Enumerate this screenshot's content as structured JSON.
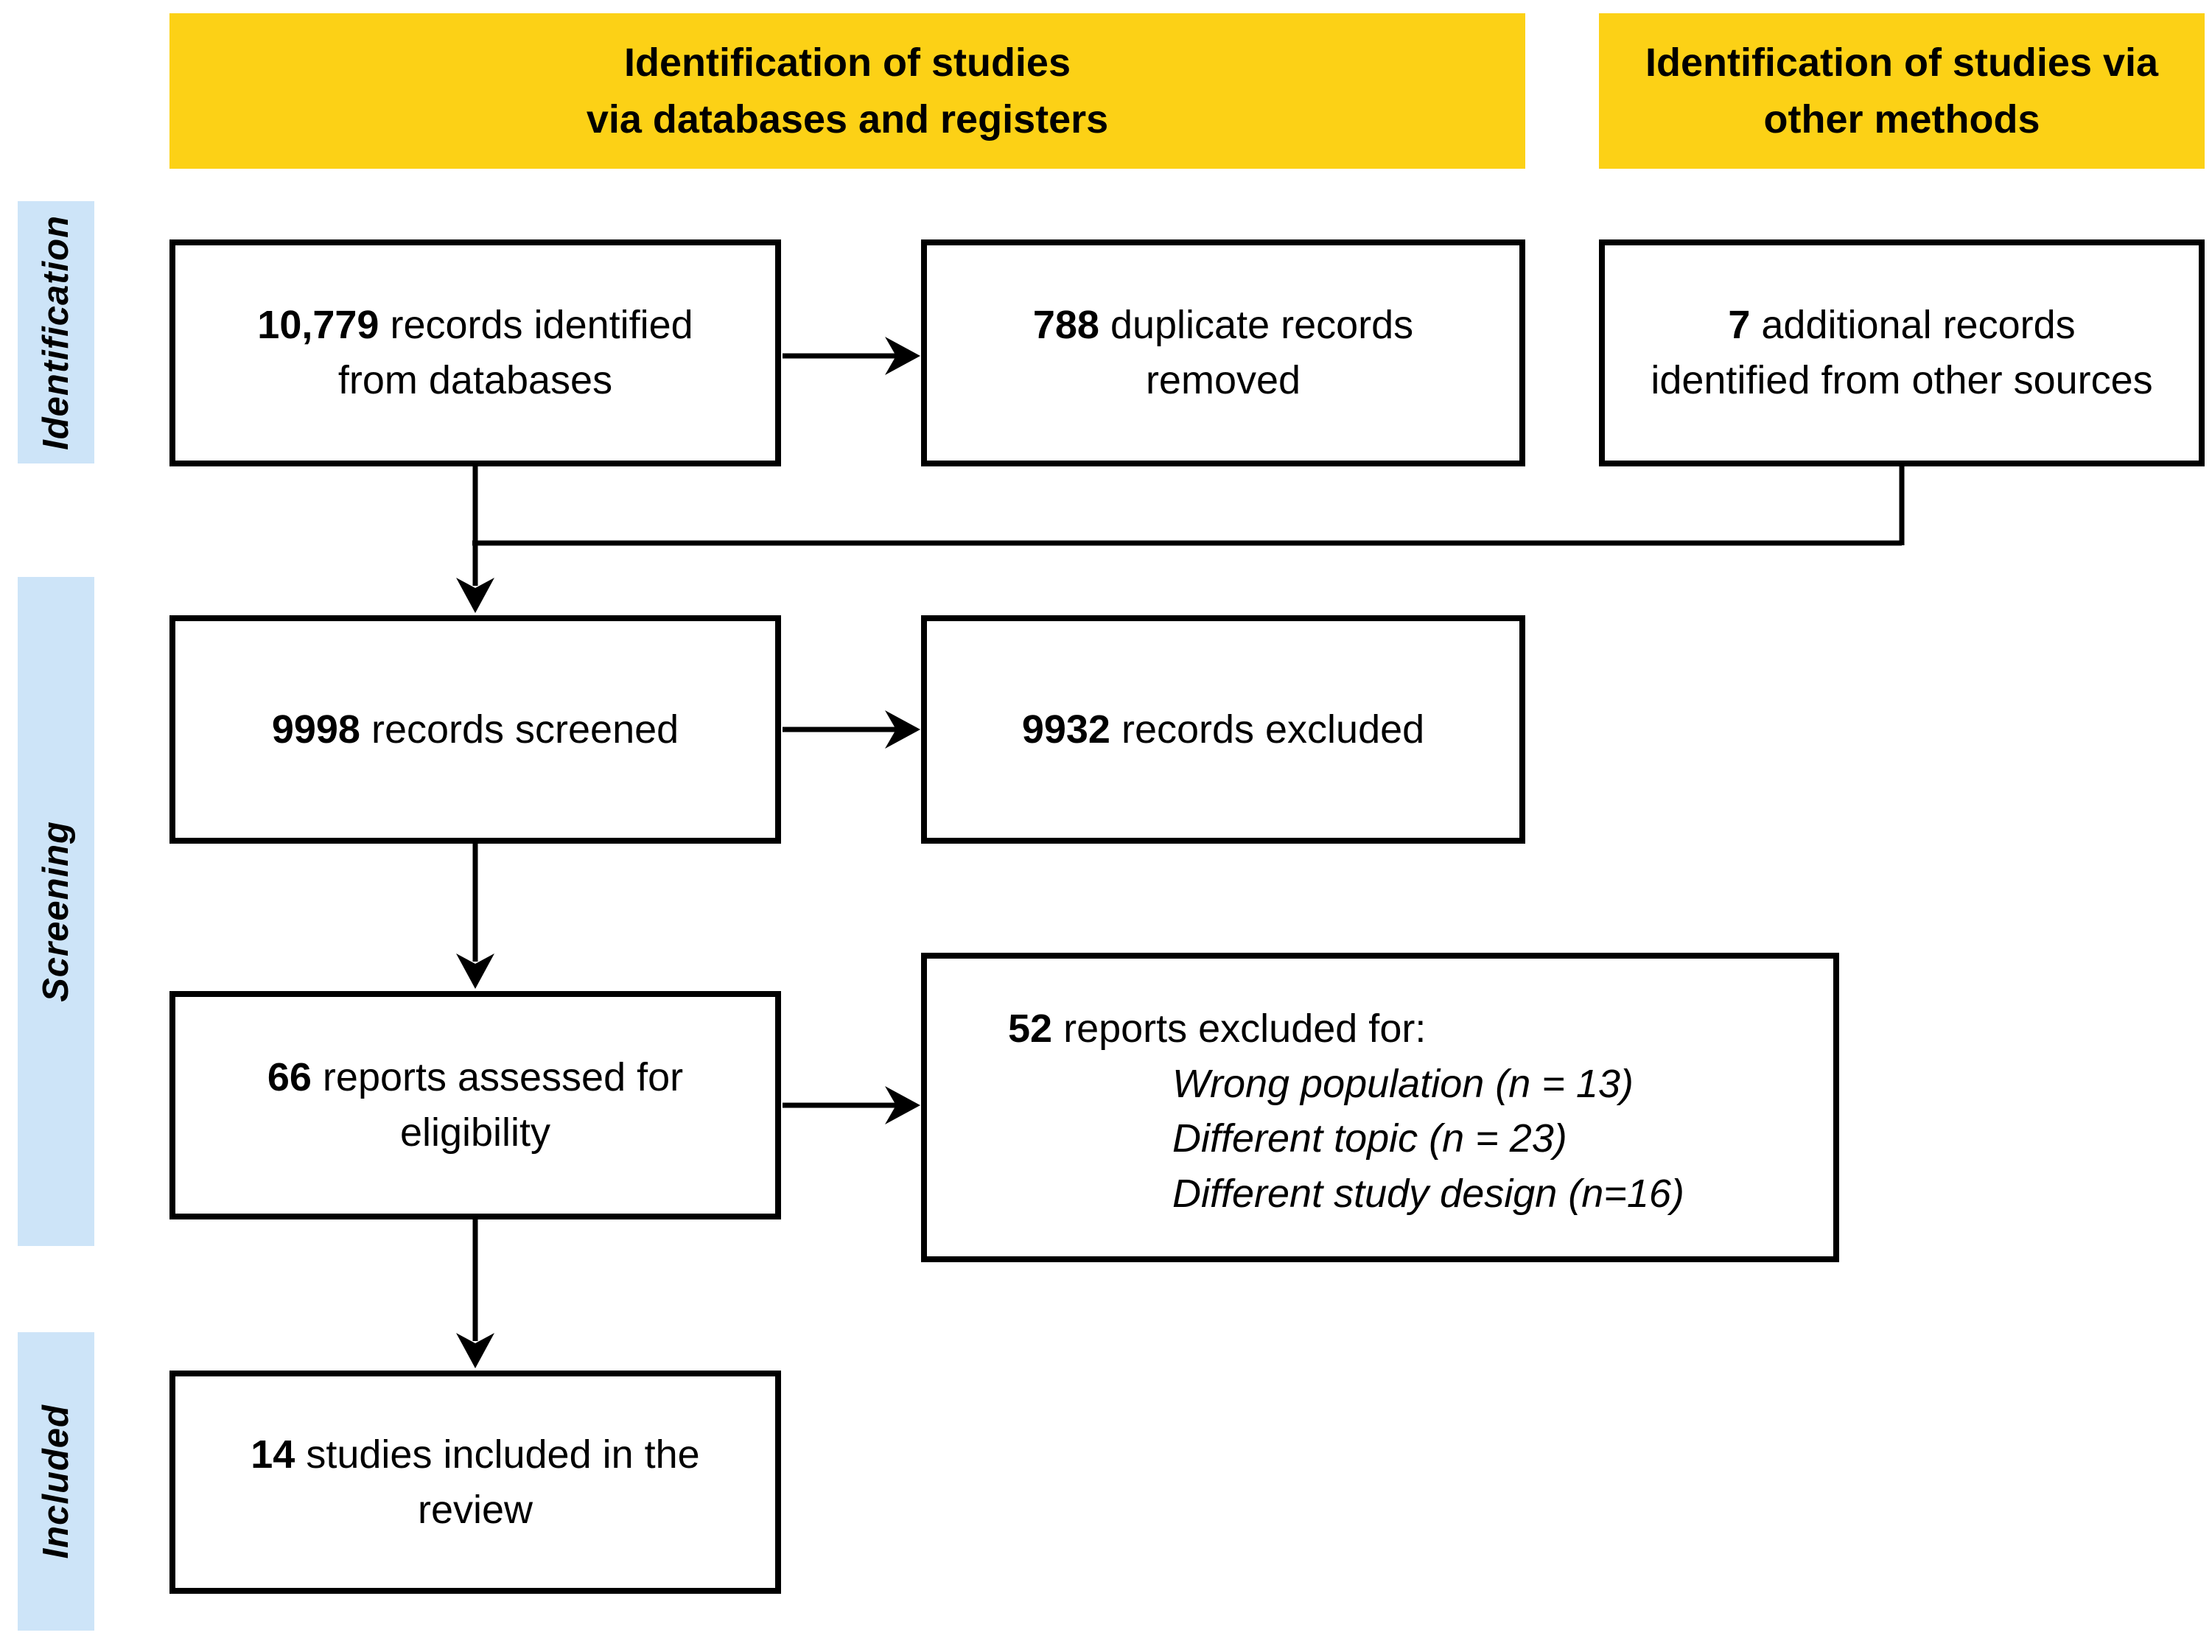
{
  "headers": {
    "databases": "Identification of studies\nvia databases and registers",
    "other": "Identification of studies via\nother methods"
  },
  "stages": {
    "identification": "Identification",
    "screening": "Screening",
    "included": "Included"
  },
  "boxes": {
    "identified": {
      "value": "10,779",
      "label": " records identified\nfrom databases"
    },
    "duplicates": {
      "value": "788",
      "label": " duplicate records\nremoved"
    },
    "other_sources": {
      "value": "7",
      "label": " additional records\nidentified from other sources"
    },
    "screened": {
      "value": "9998",
      "label": " records screened"
    },
    "records_excluded": {
      "value": "9932",
      "label": " records excluded"
    },
    "assessed": {
      "value": "66",
      "label": " reports assessed for\neligibility"
    },
    "reports_excluded": {
      "value": "52",
      "label": " reports excluded for:",
      "reasons": [
        "Wrong population (n = 13)",
        "Different topic (n = 23)",
        "Different study design (n=16)"
      ]
    },
    "included_studies": {
      "value": "14",
      "label": " studies included in the\nreview"
    }
  },
  "colors": {
    "header_bg": "#FCD116",
    "stage_bg": "#CDE4F8",
    "line": "#000000",
    "box_bg": "#FFFFFF"
  }
}
